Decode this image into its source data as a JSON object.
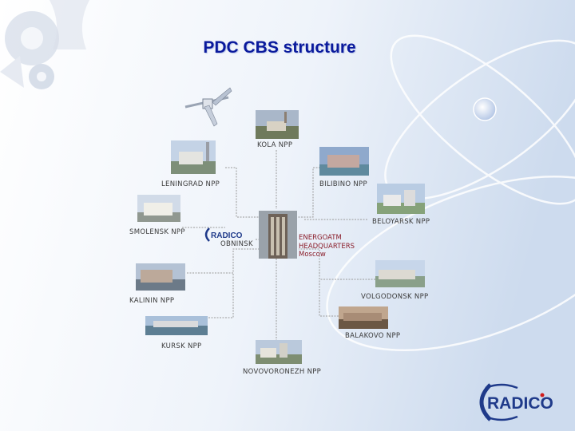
{
  "slide": {
    "title": "PDC CBS structure"
  },
  "colors": {
    "title": "#0a1a9c",
    "label": "#3a3a3a",
    "hq_label": "#8a1d2a",
    "connector": "#9a9a9a",
    "logo_blue": "#1f3a8a",
    "logo_red": "#d01c1c"
  },
  "center": {
    "lines": [
      "ENERGOATM",
      "HEADQUARTERS",
      "Moscow"
    ]
  },
  "obninsk": {
    "label": "OBNINSK",
    "logo_text": "RADICO"
  },
  "corner_logo": {
    "text": "RADICO"
  },
  "plants": [
    {
      "id": "kola",
      "label": "KOLA NPP"
    },
    {
      "id": "leningrad",
      "label": "LENINGRAD NPP"
    },
    {
      "id": "bilibino",
      "label": "BILIBINO NPP"
    },
    {
      "id": "beloyarsk",
      "label": "BELOYARSK NPP"
    },
    {
      "id": "smolensk",
      "label": "SMOLENSK NPP"
    },
    {
      "id": "kalinin",
      "label": "KALININ NPP"
    },
    {
      "id": "volgodonsk",
      "label": "VOLGODONSK NPP"
    },
    {
      "id": "balakovo",
      "label": "BALAKOVO NPP"
    },
    {
      "id": "kursk",
      "label": "KURSK NPP"
    },
    {
      "id": "novovoronezh",
      "label": "NOVOVORONEZH NPP"
    }
  ]
}
